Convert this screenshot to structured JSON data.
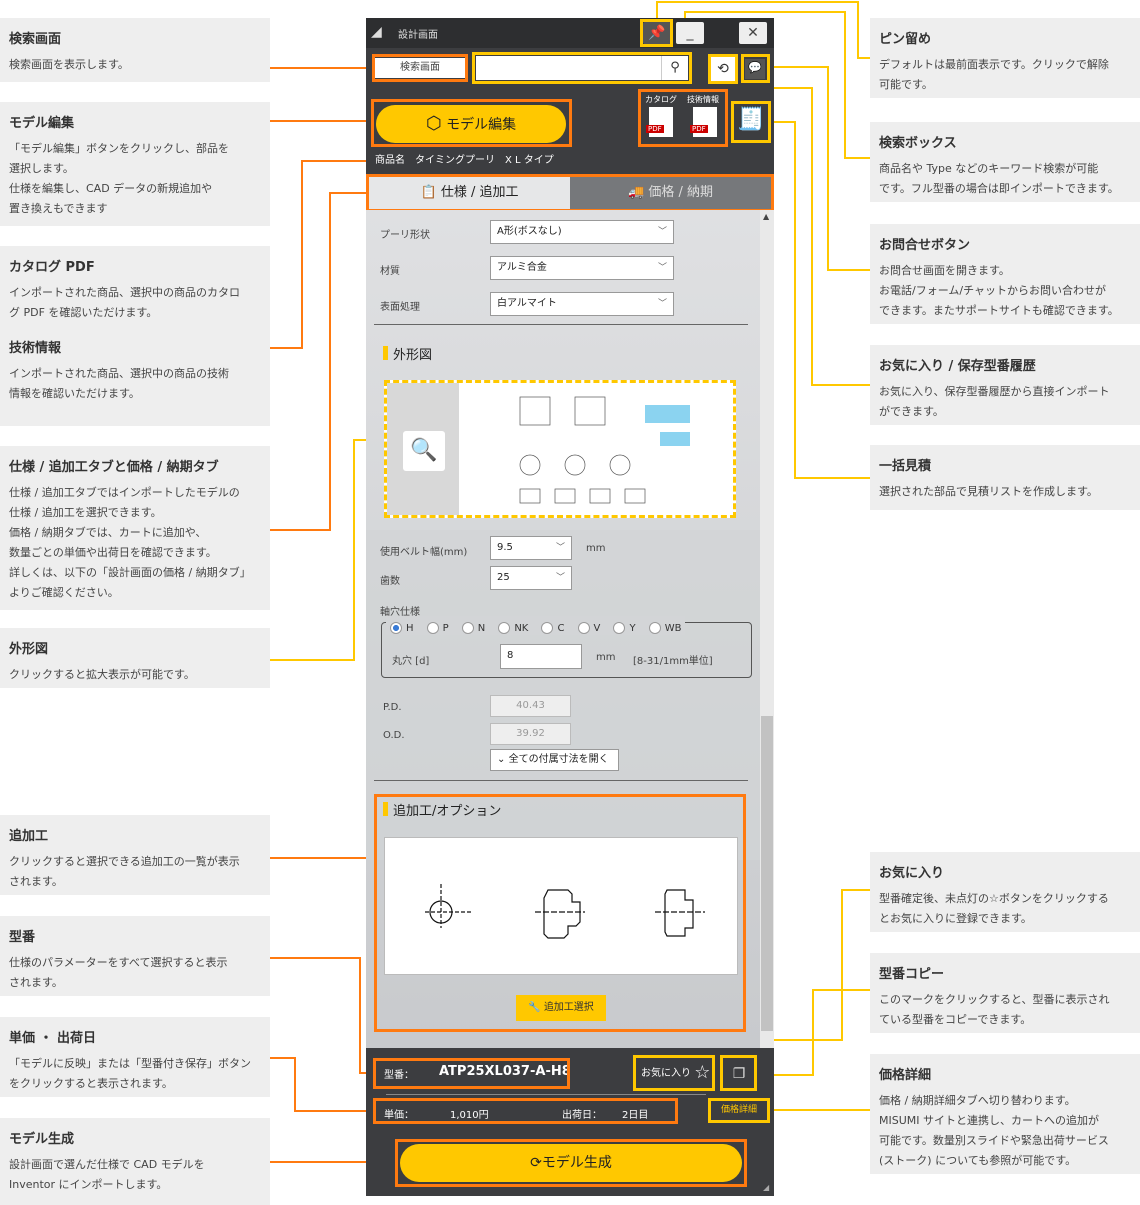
{
  "window": {
    "title": "設計画面",
    "minimize": "_",
    "close": "✕"
  },
  "toolbar": {
    "search_screen_btn": "検索画面",
    "search_placeholder": "",
    "model_edit": "モデル編集",
    "catalog": "カタログ",
    "tech_info": "技術情報",
    "pdf": "PDF",
    "product_name_label": "商品名",
    "product_name": "タイミングプーリ　X L タイプ"
  },
  "tabs": [
    {
      "label": "仕様 / 追加工",
      "active": true
    },
    {
      "label": "価格 / 納期",
      "active": false
    }
  ],
  "spec": {
    "rows": [
      {
        "label": "プーリ形状",
        "value": "A形(ボスなし)"
      },
      {
        "label": "材質",
        "value": "アルミ合金"
      },
      {
        "label": "表面処理",
        "value": "白アルマイト"
      }
    ],
    "outline_title": "外形図",
    "belt_width_label": "使用ベルト幅(mm)",
    "belt_width": "9.5",
    "belt_unit": "mm",
    "teeth_label": "歯数",
    "teeth": "25",
    "shaft_label": "軸穴仕様",
    "shaft_options": [
      "H",
      "P",
      "N",
      "NK",
      "C",
      "V",
      "Y",
      "WB"
    ],
    "shaft_selected": "H",
    "bore_label": "丸穴 [d]",
    "bore_value": "8",
    "bore_unit": "mm",
    "bore_range": "[8-31/1mm単位]",
    "pd_label": "P.D.",
    "pd": "40.43",
    "od_label": "O.D.",
    "od": "39.92",
    "expand_dims": "全ての付属寸法を開く",
    "options_title": "追加工/オプション",
    "options_btn": "追加工選択"
  },
  "footer": {
    "part_label": "型番：",
    "part_no": "ATP25XL037-A-H8",
    "favorite": "お気に入り",
    "price_label": "単価：",
    "price": "1,010円",
    "ship_label": "出荷日：",
    "ship": "2日目",
    "price_detail": "価格詳細",
    "generate": "モデル生成"
  },
  "notes_left": [
    {
      "title": "検索画面",
      "text": "検索画面を表示します。"
    },
    {
      "title": "モデル編集",
      "text": "「モデル編集」ボタンをクリックし、部品を\n選択します。\n仕様を編集し、CAD データの新規追加や\n置き換えもできます"
    },
    {
      "title": "カタログ PDF",
      "text": "インポートされた商品、選択中の商品のカタロ\nグ PDF を確認いただけます。"
    },
    {
      "title": "技術情報",
      "text": "インポートされた商品、選択中の商品の技術\n情報を確認いただけます。"
    },
    {
      "title": "仕様 / 追加工タブと価格 / 納期タブ",
      "text": "仕様 / 追加工タブではインポートしたモデルの\n仕様 / 追加工を選択できます。\n価格 / 納期タブでは、カートに追加や、\n数量ごとの単価や出荷日を確認できます。\n詳しくは、以下の「設計画面の価格 / 納期タブ」\nよりご確認ください。"
    },
    {
      "title": "外形図",
      "text": "クリックすると拡大表示が可能です。"
    },
    {
      "title": "追加工",
      "text": "クリックすると選択できる追加工の一覧が表示\nされます。"
    },
    {
      "title": "型番",
      "text": "仕様のパラメーターをすべて選択すると表示\nされます。"
    },
    {
      "title": "単価 ・ 出荷日",
      "text": "「モデルに反映」または「型番付き保存」ボタン\nをクリックすると表示されます。"
    },
    {
      "title": "モデル生成",
      "text": "設計画面で選んだ仕様で CAD モデルを\nInventor にインポートします。"
    }
  ],
  "notes_right": [
    {
      "title": "ピン留め",
      "text": "デフォルトは最前面表示です。クリックで解除\n可能です。"
    },
    {
      "title": "検索ボックス",
      "text": "商品名や Type などのキーワード検索が可能\nです。フル型番の場合は即インポートできます。"
    },
    {
      "title": "お問合せボタン",
      "text": "お問合せ画面を開きます。\nお電話/フォーム/チャットからお問い合わせが\nできます。またサポートサイトも確認できます。"
    },
    {
      "title": "お気に入り / 保存型番履歴",
      "text": "お気に入り、保存型番履歴から直接インポート\nができます。"
    },
    {
      "title": "一括見積",
      "text": "選択された部品で見積リストを作成します。"
    },
    {
      "title": "お気に入り",
      "text": "型番確定後、未点灯の☆ボタンをクリックする\nとお気に入りに登録できます。"
    },
    {
      "title": "型番コピー",
      "text": "このマークをクリックすると、型番に表示され\nている型番をコピーできます。"
    },
    {
      "title": "価格詳細",
      "text": "価格 / 納期詳細タブへ切り替わります。\nMISUMI サイトと連携し、カートへの追加が\n可能です。数量別スライドや緊急出荷サービス\n(ストーク) についても参照が可能です。"
    }
  ],
  "colors": {
    "orange": "#ff7a10",
    "yellow": "#ffc800",
    "window": "#3c3d40"
  }
}
